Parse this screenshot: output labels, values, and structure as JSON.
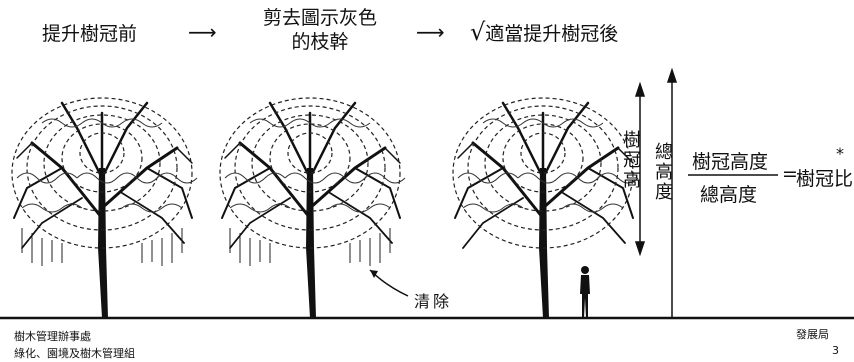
{
  "steps": {
    "before": "提升樹冠前",
    "prune_line1": "剪去圖示灰色",
    "prune_line2": "的枝幹",
    "after_check": "√",
    "after": "適當提升樹冠後"
  },
  "annotations": {
    "remove": "清除",
    "crown_height": "樹冠高",
    "total_height": "總高度"
  },
  "formula": {
    "numerator": "樹冠高度",
    "denominator": "總高度",
    "equals": "=",
    "result": "樹冠比",
    "asterisk": "*"
  },
  "footer": {
    "dept_line1": "樹木管理辦事處",
    "dept_line2": "綠化、園境及樹木管理組",
    "bureau": "發展局",
    "page_number": "3"
  },
  "icons": [
    "right-arrow-icon",
    "check-icon",
    "tree-icon",
    "person-icon",
    "curved-arrow-icon"
  ]
}
